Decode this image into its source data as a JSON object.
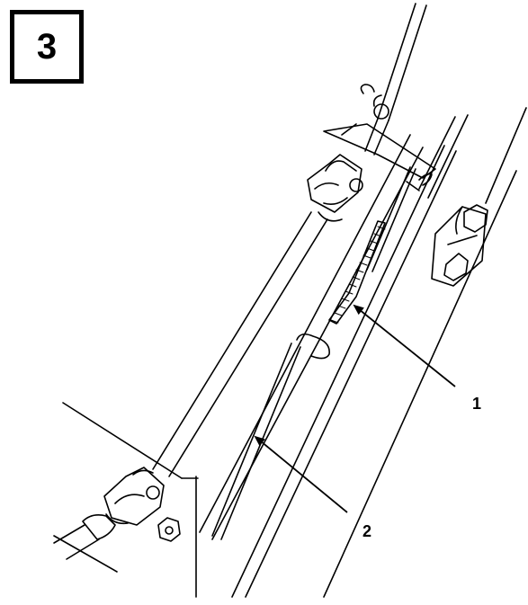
{
  "figure": {
    "number": "3",
    "colors": {
      "ink": "#000000",
      "paper": "#ffffff"
    }
  },
  "callouts": [
    {
      "label": "1"
    },
    {
      "label": "2"
    }
  ]
}
